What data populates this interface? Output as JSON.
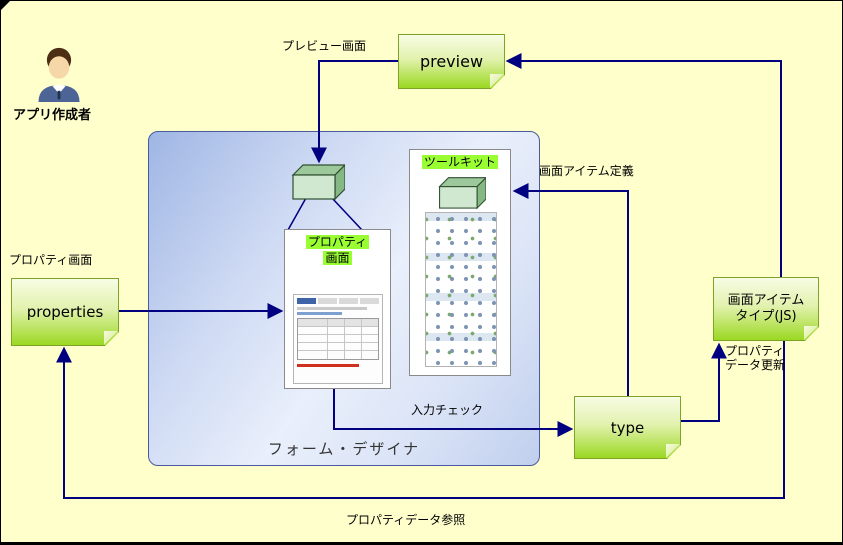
{
  "colors": {
    "canvas_bg": "#ffffcc",
    "connector": "#000080",
    "note_green": "#9bd822",
    "title_highlight": "#99ff33",
    "boundary_blue": "#c0cfee"
  },
  "actor": {
    "label": "アプリ作成者"
  },
  "notes": {
    "preview": {
      "label": "preview"
    },
    "properties": {
      "label": "properties"
    },
    "type": {
      "label": "type"
    },
    "item_type": {
      "line1": "画面アイテム",
      "line2": "タイプ(JS)"
    }
  },
  "boundary": {
    "label": "フォーム・デザイナ"
  },
  "panels": {
    "property_screen": {
      "title_line1": "プロパティ",
      "title_line2": "画面"
    },
    "toolkit": {
      "title": "ツールキット"
    }
  },
  "edge_labels": {
    "preview_screen": "プレビュー画面",
    "property_screen": "プロパティ画面",
    "item_definition": "画面アイテム定義",
    "input_check": "入力チェック",
    "property_update_line1": "プロパティ",
    "property_update_line2": "データ更新",
    "property_reference": "プロパティデータ参照"
  }
}
